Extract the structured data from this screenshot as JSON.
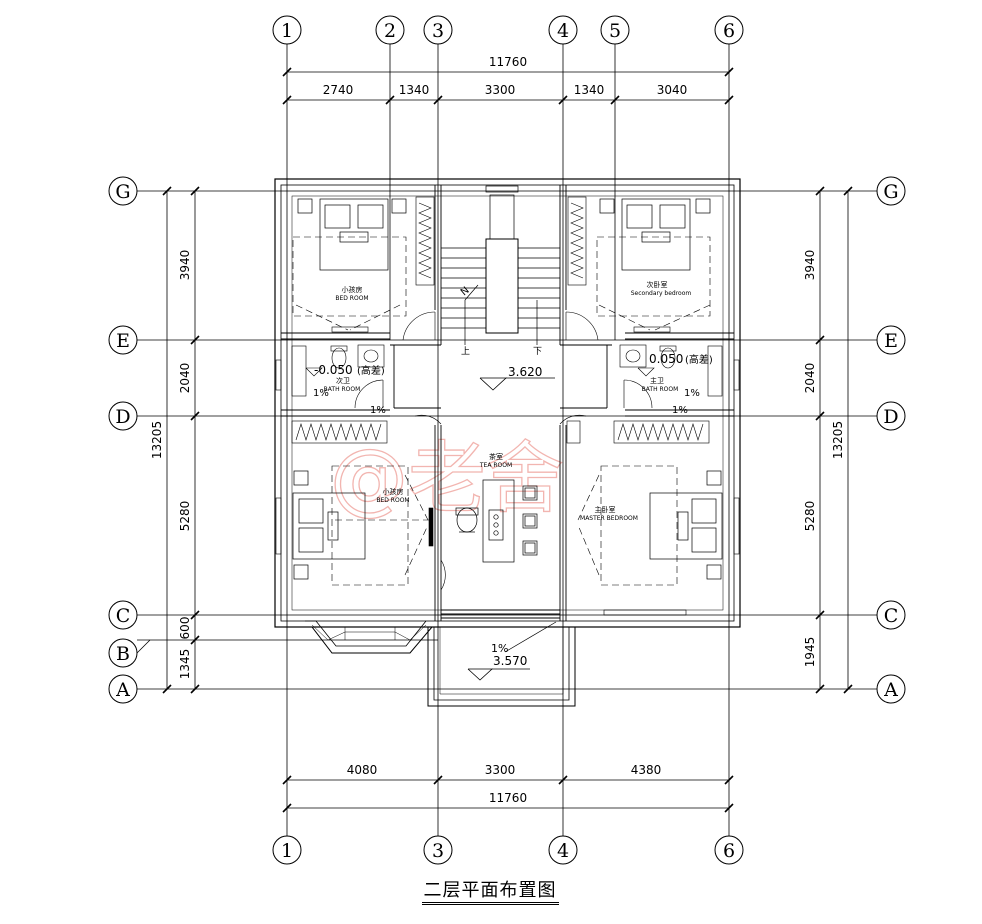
{
  "title": "二层平面布置图",
  "axes": {
    "top": [
      "1",
      "2",
      "3",
      "4",
      "5",
      "6"
    ],
    "bottom": [
      "1",
      "3",
      "4",
      "6"
    ],
    "rows": [
      "G",
      "E",
      "D",
      "C",
      "B",
      "A"
    ]
  },
  "dimensions": {
    "top_total": "11760",
    "top_segments": [
      "2740",
      "1340",
      "3300",
      "1340",
      "3040"
    ],
    "bottom_segments": [
      "4080",
      "3300",
      "4380"
    ],
    "bottom_total": "11760",
    "left_segments": [
      "3940",
      "2040",
      "5280",
      "600",
      "1345"
    ],
    "left_total": "13205",
    "right_segments": [
      "3940",
      "2040",
      "5280",
      "1945"
    ],
    "right_total": "13205"
  },
  "levels": {
    "main": "3.620",
    "balcony": "3.570",
    "bath_left": "-0.050",
    "bath_right": "0.050",
    "drop_note": "(高差)"
  },
  "slopes": {
    "bath_left_a": "1%",
    "bath_left_b": "1%",
    "bath_right_a": "1%",
    "bath_right_b": "1%",
    "balcony": "1%"
  },
  "stairs": {
    "up": "上",
    "down": "下",
    "north": "N"
  },
  "rooms": {
    "bedroom_tl": {
      "cn": "小孩房",
      "en": "BED ROOM"
    },
    "bedroom_tr": {
      "cn": "次卧室",
      "en": "Secondary bedroom"
    },
    "bath_left": {
      "cn": "次卫",
      "en": "BATH ROOM"
    },
    "bath_right": {
      "cn": "主卫",
      "en": "BATH ROOM"
    },
    "tea_room": {
      "cn": "茶室",
      "en": "TEA ROOM"
    },
    "bedroom_bl": {
      "cn": "小孩房",
      "en": "BED ROOM"
    },
    "master": {
      "cn": "主卧室",
      "en": "MASTER BEDROOM"
    }
  },
  "watermark": "@老舍"
}
